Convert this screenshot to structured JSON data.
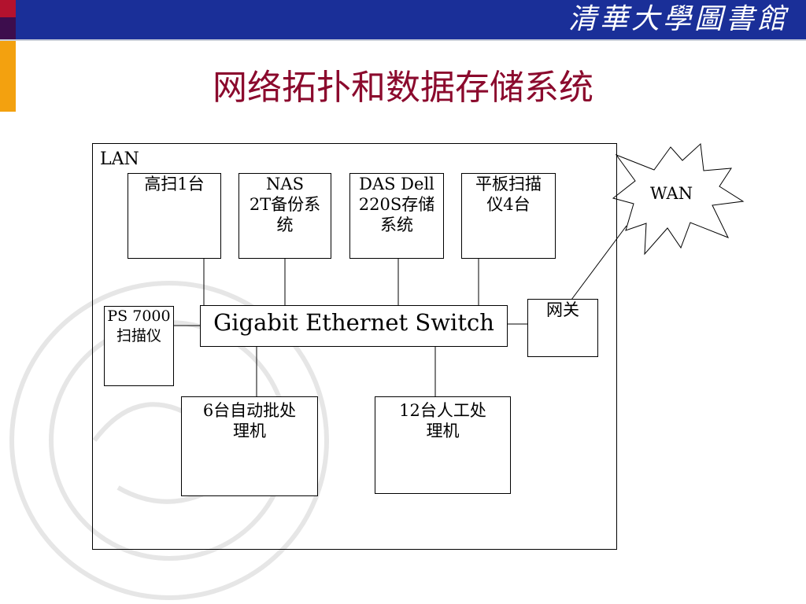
{
  "header": {
    "logo_text": "清華大學圖書館",
    "colors": {
      "band": "#1a2f98",
      "accent_red": "#b3122e",
      "accent_purple": "#3d0d4d",
      "accent_orange": "#f3a10f",
      "title": "#8b0a2d"
    }
  },
  "slide": {
    "title": "网络拓扑和数据存储系统"
  },
  "diagram": {
    "lan_label": "LAN",
    "wan_label": "WAN",
    "nodes": {
      "scanner_high": "高扫1台",
      "nas": "NAS\n2T备份系\n统",
      "das": "DAS Dell\n220S存储\n系统",
      "flatbed": "平板扫描\n仪4台",
      "ps7000": "PS 7000\n扫描仪",
      "switch": "Gigabit Ethernet Switch",
      "gateway": "网关",
      "auto_batch": "6台自动批处\n理机",
      "manual": "12台人工处\n理机"
    }
  }
}
